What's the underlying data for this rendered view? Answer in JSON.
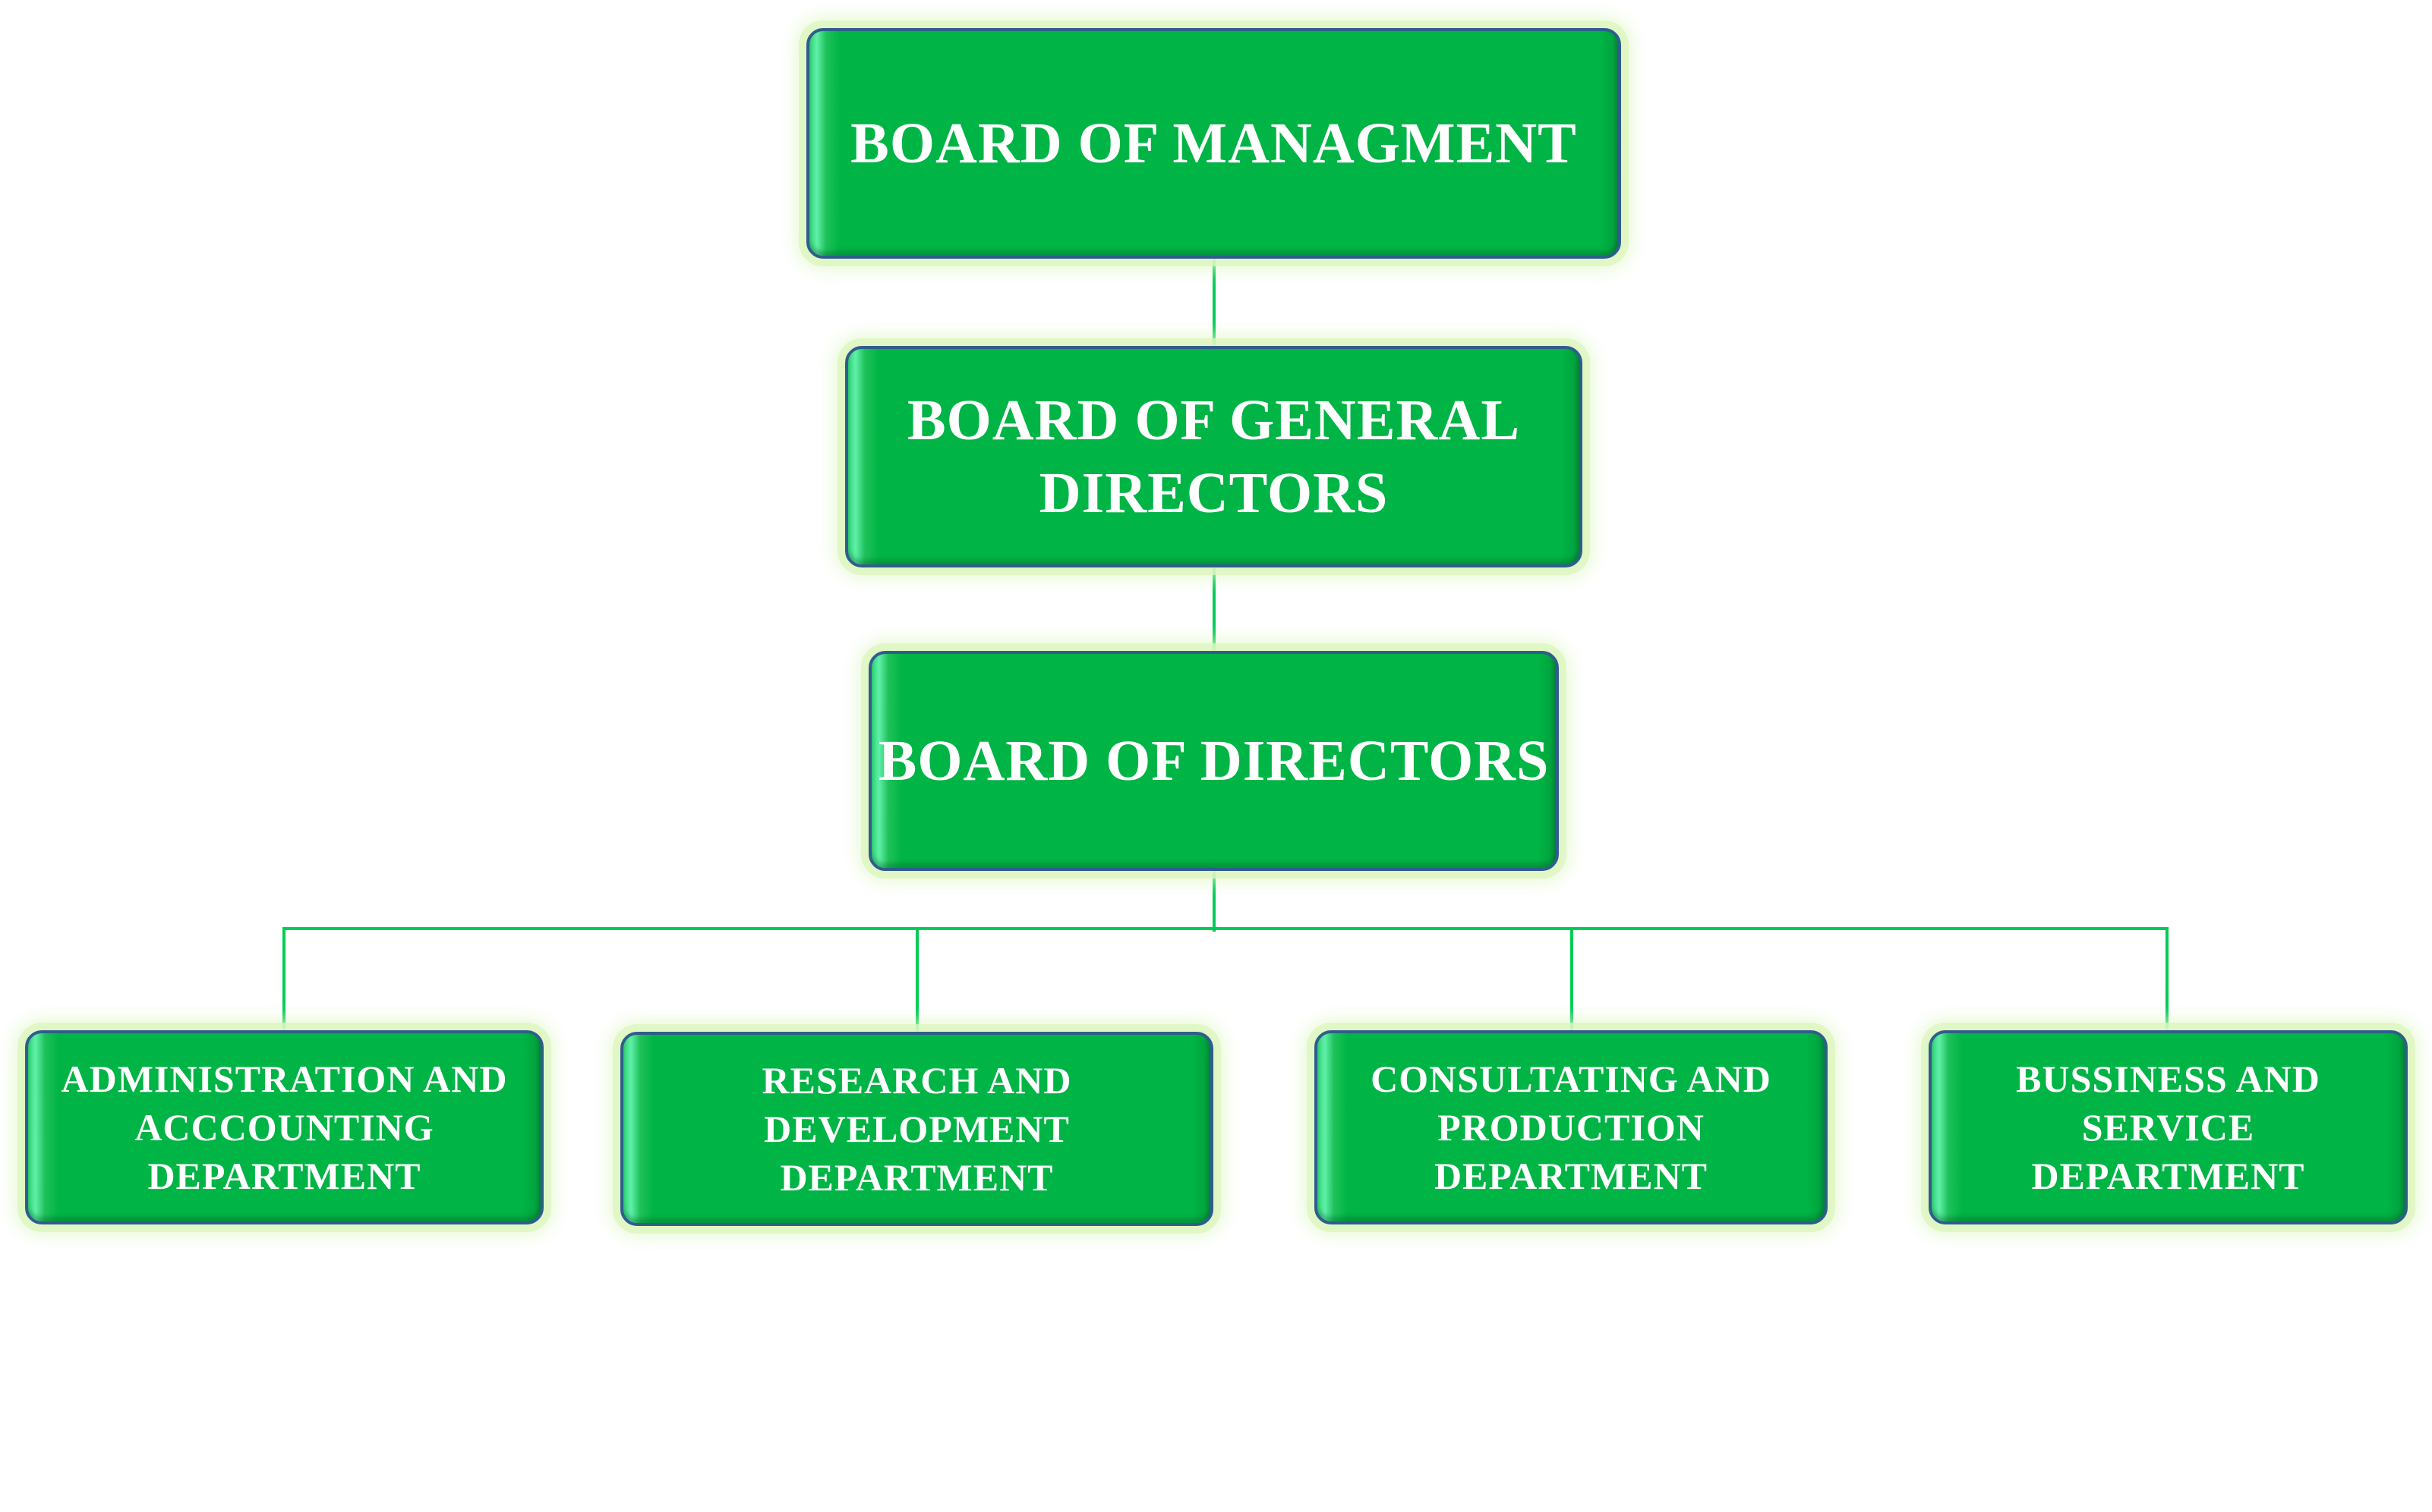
{
  "chart_title": "",
  "colors": {
    "box_fill": "#00b445",
    "box_border": "#2f5d8c",
    "glow": "#dcf5be",
    "connector": "#00cc55",
    "text": "#ffffff"
  },
  "levels": {
    "management": {
      "label": "BOARD OF MANAGMENT"
    },
    "general_directors": {
      "label_line1": "BOARD OF GENERAL",
      "label_line2": "DIRECTORS"
    },
    "directors": {
      "label": "BOARD OF DIRECTORS"
    }
  },
  "departments": [
    {
      "line1": "ADMINISTRATION AND",
      "line2": "ACCCOUNTING",
      "line3": "DEPARTMENT"
    },
    {
      "line1": "RESEARCH AND",
      "line2": "DEVELOPMENT",
      "line3": "DEPARTMENT"
    },
    {
      "line1": "CONSULTATING AND",
      "line2": "PRODUCTION",
      "line3": "DEPARTMENT"
    },
    {
      "line1": "BUSSINESS AND",
      "line2": "SERVICE",
      "line3": "DEPARTMENT"
    }
  ],
  "edges": [
    [
      "management",
      "general_directors"
    ],
    [
      "general_directors",
      "directors"
    ],
    [
      "directors",
      "department-1"
    ],
    [
      "directors",
      "department-2"
    ],
    [
      "directors",
      "department-3"
    ],
    [
      "directors",
      "department-4"
    ]
  ]
}
